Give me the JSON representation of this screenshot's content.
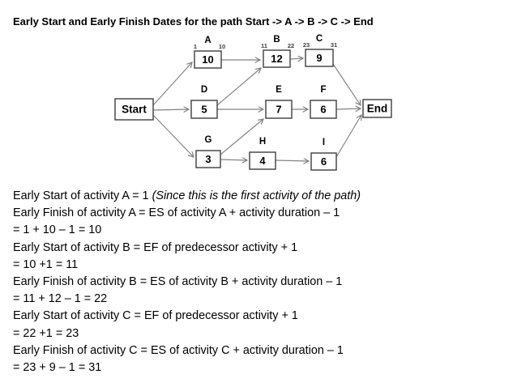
{
  "title": "Early Start and Early Finish Dates for the path Start -> A -> B -> C -> End",
  "diagram": {
    "nodes": [
      {
        "id": "start",
        "label": "Start"
      },
      {
        "id": "A",
        "letter": "A",
        "duration": "10",
        "es": "1",
        "ef": "10"
      },
      {
        "id": "B",
        "letter": "B",
        "duration": "12",
        "es": "11",
        "ef": "22"
      },
      {
        "id": "C",
        "letter": "C",
        "duration": "9",
        "es": "23",
        "ef": "31"
      },
      {
        "id": "D",
        "letter": "D",
        "duration": "5"
      },
      {
        "id": "E",
        "letter": "E",
        "duration": "7"
      },
      {
        "id": "F",
        "letter": "F",
        "duration": "6"
      },
      {
        "id": "G",
        "letter": "G",
        "duration": "3"
      },
      {
        "id": "H",
        "letter": "H",
        "duration": "4"
      },
      {
        "id": "I",
        "letter": "I",
        "duration": "6"
      },
      {
        "id": "end",
        "label": "End"
      }
    ],
    "edges": [
      {
        "from": "start",
        "to": "A"
      },
      {
        "from": "start",
        "to": "D"
      },
      {
        "from": "start",
        "to": "G"
      },
      {
        "from": "A",
        "to": "B"
      },
      {
        "from": "B",
        "to": "C"
      },
      {
        "from": "C",
        "to": "end"
      },
      {
        "from": "D",
        "to": "B"
      },
      {
        "from": "D",
        "to": "E"
      },
      {
        "from": "E",
        "to": "F"
      },
      {
        "from": "F",
        "to": "end"
      },
      {
        "from": "G",
        "to": "E"
      },
      {
        "from": "G",
        "to": "H"
      },
      {
        "from": "H",
        "to": "I"
      },
      {
        "from": "I",
        "to": "end"
      }
    ],
    "colors": {
      "box_border": "#4a4a4a",
      "box_fill": "#ffffff",
      "arrow": "#828282",
      "text": "#000000",
      "es_ef_text": "#3d3d3d"
    }
  },
  "body": {
    "lines": [
      {
        "normal": "Early Start of activity A = 1 ",
        "italic": "(Since this is the first activity of the path)"
      },
      {
        "normal": "Early Finish of activity A = ES of activity A + activity duration – 1",
        "italic": ""
      },
      {
        "normal": "= 1 + 10 – 1 = 10",
        "italic": ""
      },
      {
        "normal": "Early Start of activity B = EF of predecessor activity + 1",
        "italic": ""
      },
      {
        "normal": "= 10 +1 = 11",
        "italic": ""
      },
      {
        "normal": "Early Finish of activity B = ES of activity B + activity duration – 1",
        "italic": ""
      },
      {
        "normal": "= 11 + 12 – 1 = 22",
        "italic": ""
      },
      {
        "normal": "Early Start of activity C = EF of predecessor activity + 1",
        "italic": ""
      },
      {
        "normal": "= 22 +1 = 23",
        "italic": ""
      },
      {
        "normal": "Early Finish of activity C = ES of activity C + activity duration – 1",
        "italic": ""
      },
      {
        "normal": "= 23 + 9 – 1 = 31",
        "italic": ""
      }
    ]
  }
}
